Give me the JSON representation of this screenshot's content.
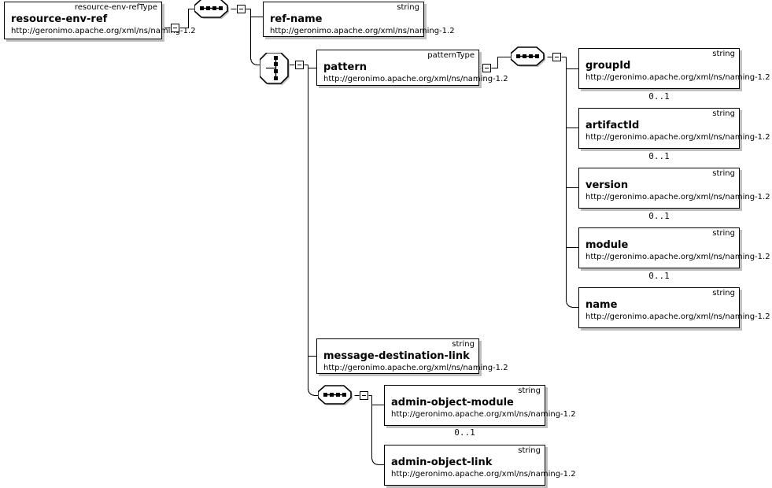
{
  "diagram": {
    "title": "resource-env-ref",
    "kind": "xml-schema-diagram",
    "namespace": "http://geronimo.apache.org/xml/ns/naming-1.2",
    "colors": {
      "stroke": "#000000",
      "background": "#ffffff",
      "shadow": "#c0c0c0"
    }
  },
  "root": {
    "name": "resource-env-ref",
    "type": "resource-env-refType",
    "namespace": "http://geronimo.apache.org/xml/ns/naming-1.2"
  },
  "compositors": [
    {
      "id": "seq-root",
      "kind": "sequence-icon",
      "label": "sequence"
    },
    {
      "id": "choice-1",
      "kind": "choice-icon",
      "label": "choice"
    },
    {
      "id": "seq-pattern",
      "kind": "sequence-icon",
      "label": "sequence"
    },
    {
      "id": "seq-admin",
      "kind": "sequence-icon",
      "label": "sequence"
    }
  ],
  "elements": {
    "ref_name": {
      "name": "ref-name",
      "type": "string",
      "namespace": "http://geronimo.apache.org/xml/ns/naming-1.2",
      "cardinality": ""
    },
    "pattern": {
      "name": "pattern",
      "type": "patternType",
      "namespace": "http://geronimo.apache.org/xml/ns/naming-1.2",
      "cardinality": ""
    },
    "group_id": {
      "name": "groupId",
      "type": "string",
      "namespace": "http://geronimo.apache.org/xml/ns/naming-1.2",
      "cardinality": "0..1"
    },
    "artifact_id": {
      "name": "artifactId",
      "type": "string",
      "namespace": "http://geronimo.apache.org/xml/ns/naming-1.2",
      "cardinality": "0..1"
    },
    "version": {
      "name": "version",
      "type": "string",
      "namespace": "http://geronimo.apache.org/xml/ns/naming-1.2",
      "cardinality": "0..1"
    },
    "module": {
      "name": "module",
      "type": "string",
      "namespace": "http://geronimo.apache.org/xml/ns/naming-1.2",
      "cardinality": "0..1"
    },
    "name": {
      "name": "name",
      "type": "string",
      "namespace": "http://geronimo.apache.org/xml/ns/naming-1.2",
      "cardinality": ""
    },
    "message_destination_link": {
      "name": "message-destination-link",
      "type": "string",
      "namespace": "http://geronimo.apache.org/xml/ns/naming-1.2",
      "cardinality": ""
    },
    "admin_object_module": {
      "name": "admin-object-module",
      "type": "string",
      "namespace": "http://geronimo.apache.org/xml/ns/naming-1.2",
      "cardinality": "0..1"
    },
    "admin_object_link": {
      "name": "admin-object-link",
      "type": "string",
      "namespace": "http://geronimo.apache.org/xml/ns/naming-1.2",
      "cardinality": ""
    }
  }
}
